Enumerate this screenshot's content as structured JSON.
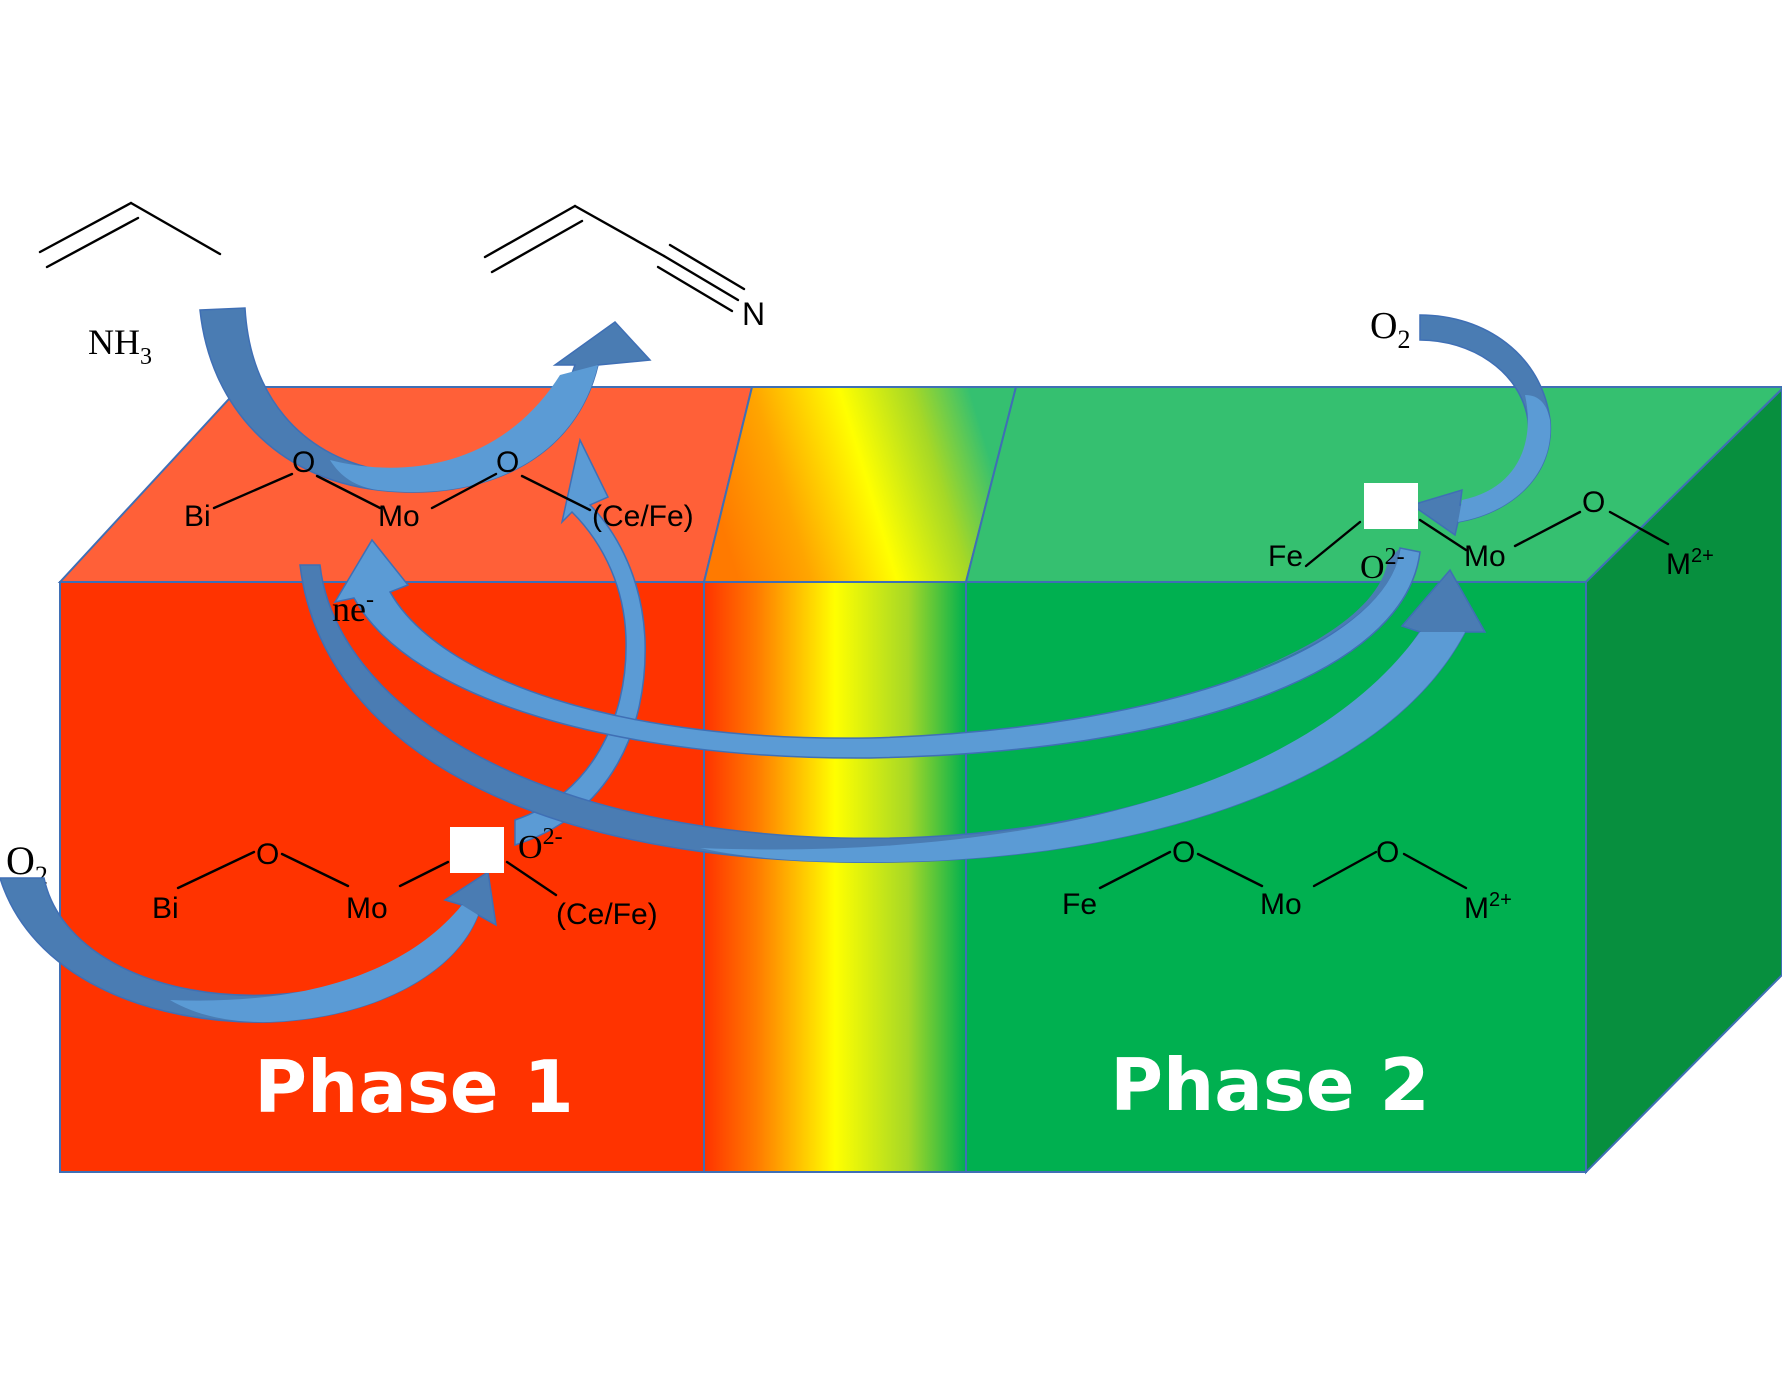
{
  "colors": {
    "phase1_front": "#ff3300",
    "phase1_top": "#ff6038",
    "phase2_front": "#00b050",
    "phase2_top": "#35c070",
    "phase2_side": "#078f3e",
    "arrow_light": "#5b9bd5",
    "arrow_dark": "#4a7cb3",
    "edge": "#3f6fb5"
  },
  "labels": {
    "phase1": "Phase 1",
    "phase2": "Phase 2",
    "nh3_main": "NH",
    "nh3_sub": "3",
    "o2_right_main": "O",
    "o2_right_sub": "2",
    "o2_left_main": "O",
    "o2_left_sub": "2",
    "nitrile_n": "N",
    "ne_main": "ne",
    "ne_sup": "-",
    "p1_top_bi": "Bi",
    "p1_top_o1": "O",
    "p1_top_mo": "Mo",
    "p1_top_o2": "O",
    "p1_top_cefe": "(Ce/Fe)",
    "p1_bot_bi": "Bi",
    "p1_bot_o1": "O",
    "p1_bot_mo": "Mo",
    "p1_bot_o2_main": "O",
    "p1_bot_o2_sup": "2-",
    "p1_bot_cefe": "(Ce/Fe)",
    "p2_top_fe": "Fe",
    "p2_top_o2_main": "O",
    "p2_top_o2_sup": "2-",
    "p2_top_mo": "Mo",
    "p2_top_o": "O",
    "p2_top_m_main": "M",
    "p2_top_m_sup": "2+",
    "p2_bot_fe": "Fe",
    "p2_bot_o1": "O",
    "p2_bot_mo": "Mo",
    "p2_bot_o2": "O",
    "p2_bot_m_main": "M",
    "p2_bot_m_sup": "2+"
  }
}
